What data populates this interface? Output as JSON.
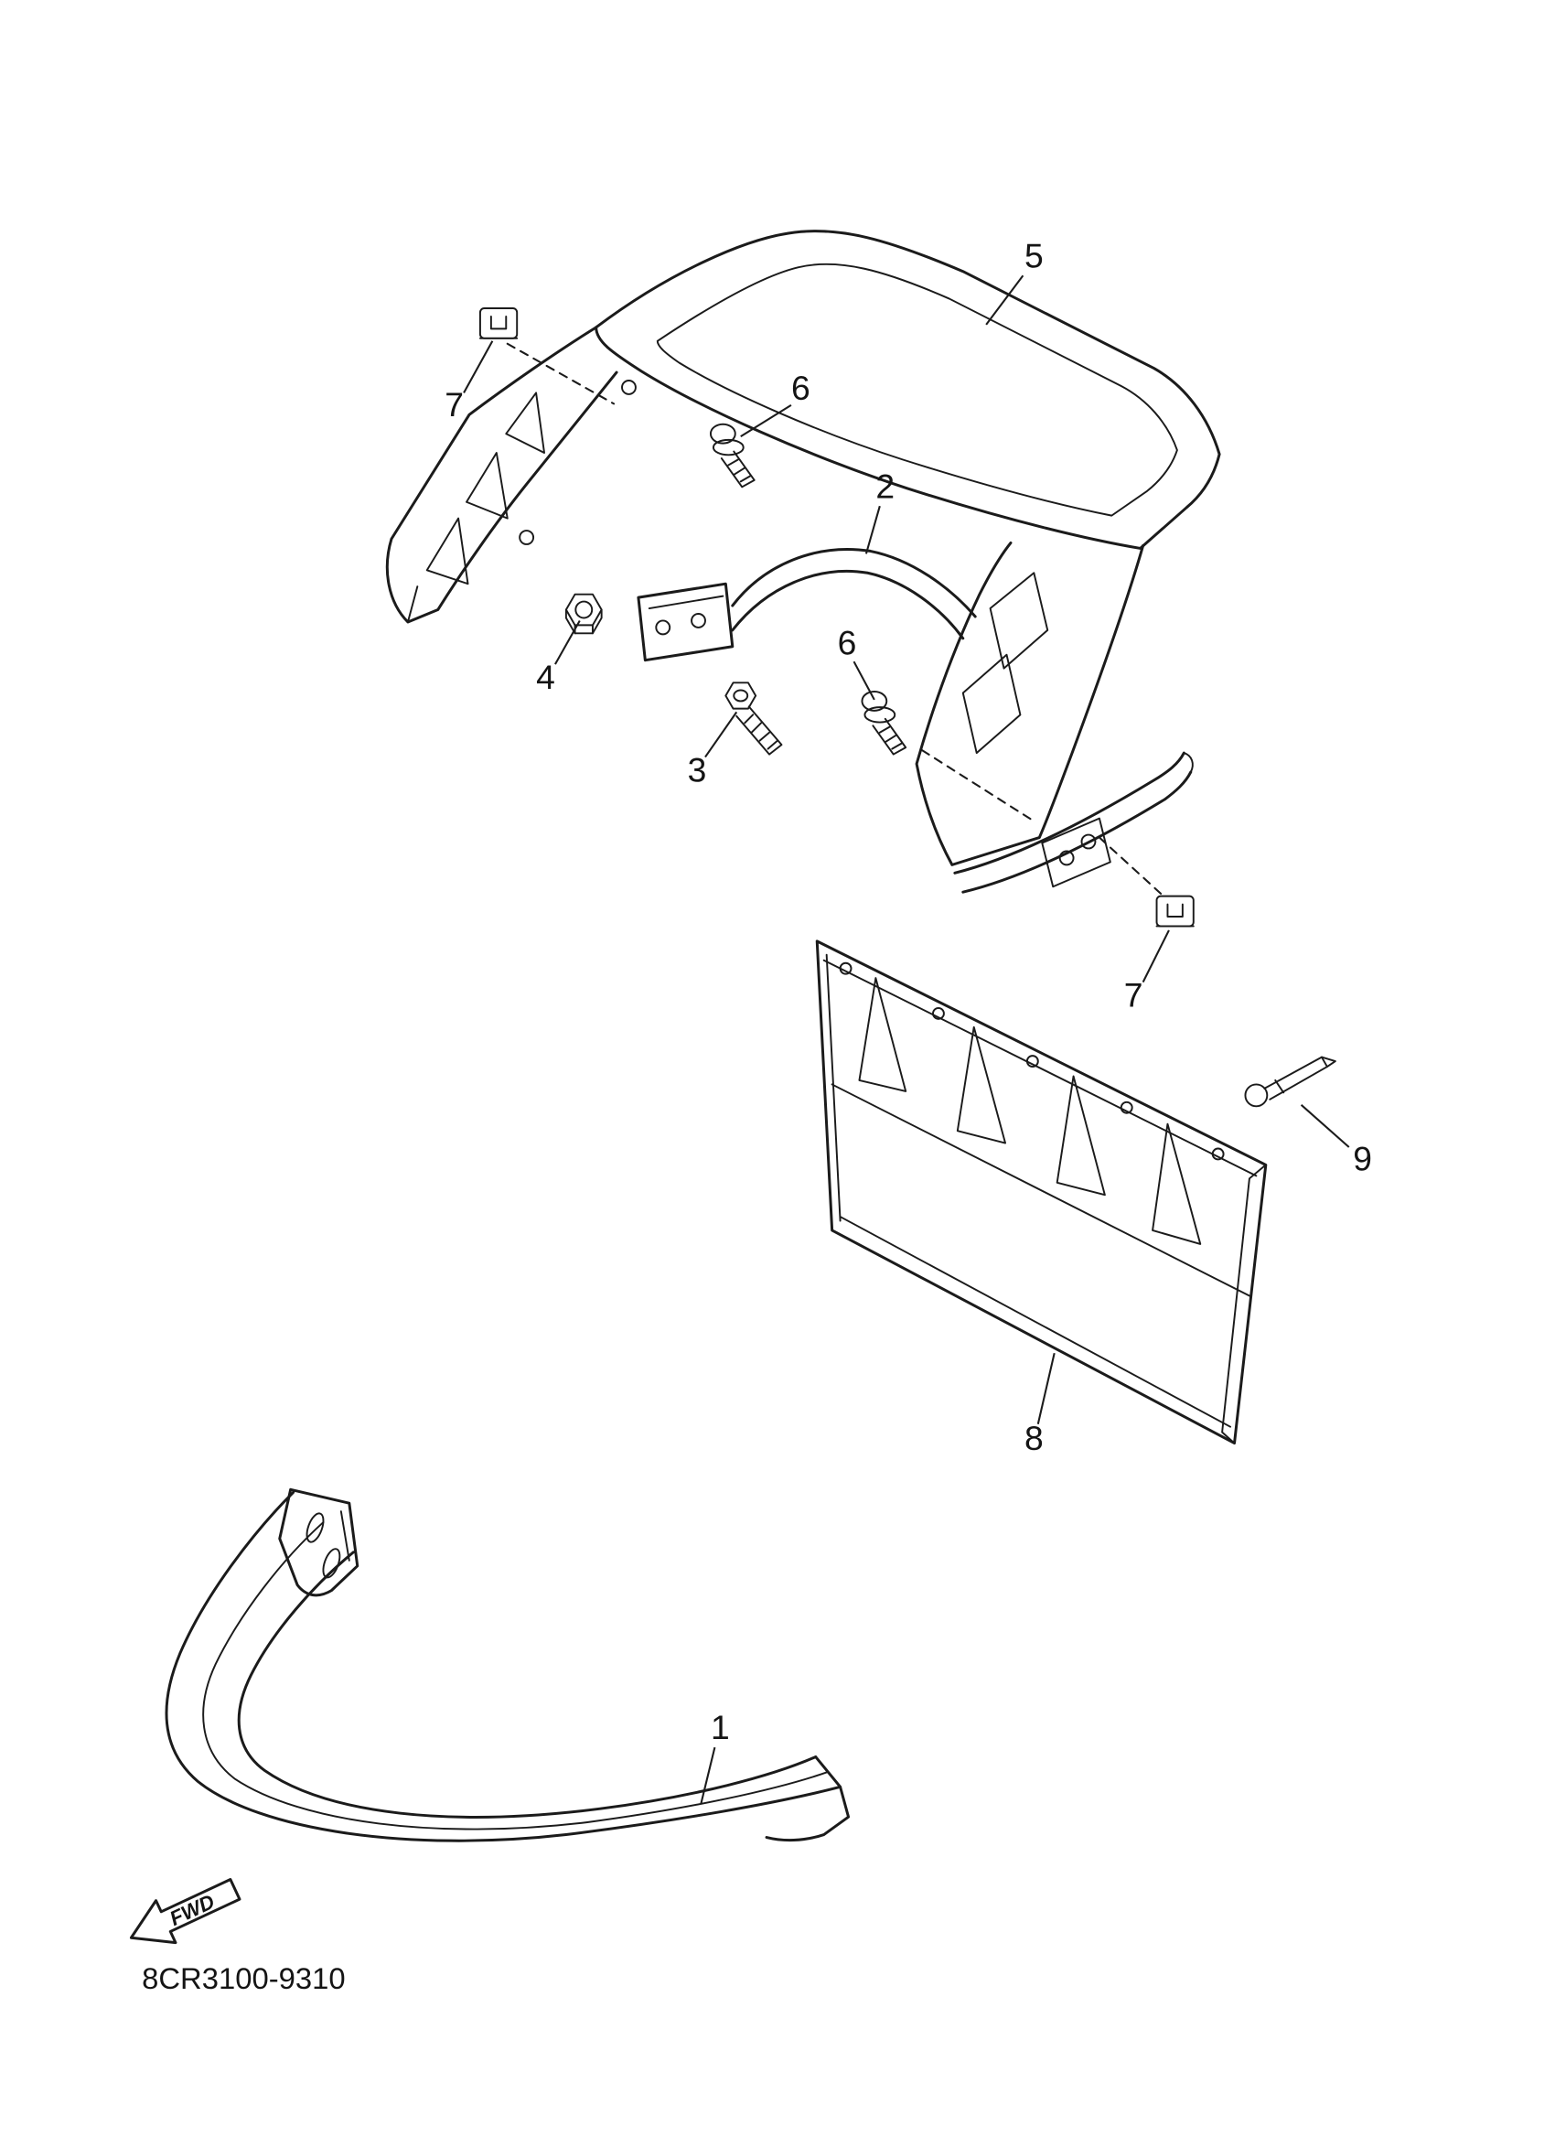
{
  "diagram": {
    "code": "8CR3100-9310",
    "fwd_label": "FWD",
    "background_color": "#ffffff",
    "line_color": "#1b1b1b",
    "callouts": [
      {
        "part": "5"
      },
      {
        "part": "7"
      },
      {
        "part": "6"
      },
      {
        "part": "2"
      },
      {
        "part": "4"
      },
      {
        "part": "3"
      },
      {
        "part": "6"
      },
      {
        "part": "7"
      },
      {
        "part": "9"
      },
      {
        "part": "8"
      },
      {
        "part": "1"
      }
    ]
  }
}
